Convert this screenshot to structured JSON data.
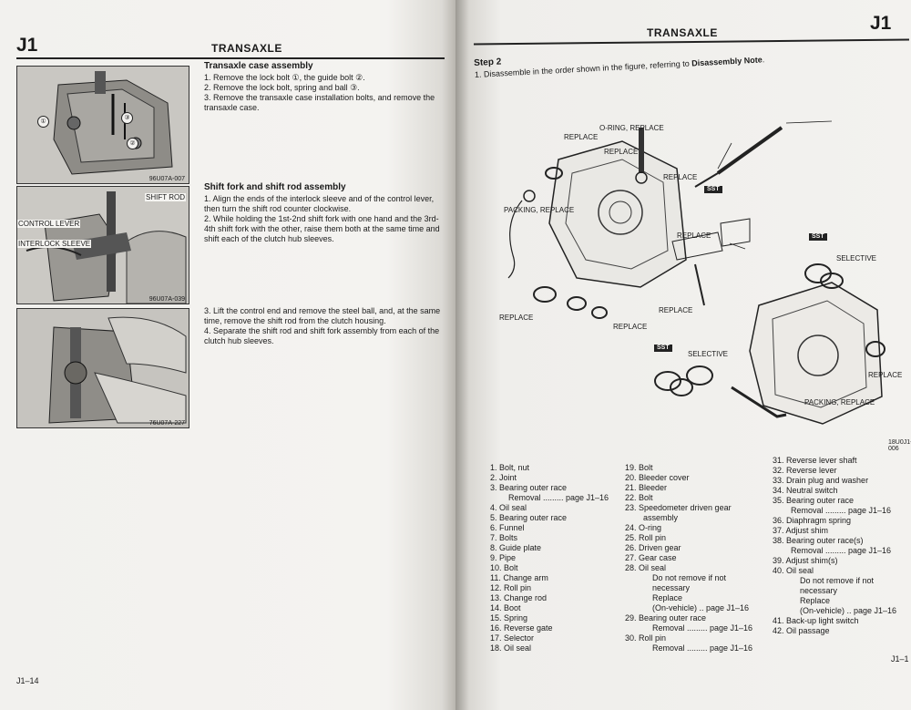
{
  "left_page": {
    "section_code": "J1",
    "header_title": "TRANSAXLE",
    "page_number": "J1–14",
    "figures": [
      {
        "caption": "96U07A-007",
        "callouts": [
          "①",
          "③",
          "②"
        ]
      },
      {
        "caption": "96U07A-039",
        "callouts": [
          "SHIFT ROD",
          "CONTROL LEVER",
          "INTERLOCK SLEEVE"
        ]
      },
      {
        "caption": "76U07A-227",
        "callouts": []
      }
    ],
    "sections": [
      {
        "title": "Transaxle case assembly",
        "steps": [
          "1. Remove the lock bolt ①, the guide bolt ②.",
          "2. Remove the lock bolt, spring and ball ③.",
          "3. Remove the transaxle case installation bolts, and remove the transaxle case."
        ]
      },
      {
        "title": "Shift fork and shift rod assembly",
        "steps": [
          "1. Align the ends of the interlock sleeve and of the control lever, then turn the shift rod counter clockwise.",
          "2. While holding the 1st-2nd shift fork with one hand and the 3rd-4th shift fork with the other, raise them both at the same time and shift each of the clutch hub sleeves."
        ]
      },
      {
        "title": "",
        "steps": [
          "3. Lift the control end and remove the steel ball, and, at the same time, remove the shift rod from the clutch housing.",
          "4. Separate the shift rod and shift fork assembly from each of the clutch hub sleeves."
        ]
      }
    ]
  },
  "right_page": {
    "section_code": "J1",
    "header_title": "TRANSAXLE",
    "step_title": "Step 2",
    "step_text_prefix": "1. Disassemble in the order shown in the figure, referring to ",
    "step_text_bold": "Disassembly Note",
    "step_text_suffix": ".",
    "figure_caption": "18U0J1-006",
    "page_number": "J1–1",
    "diagram_labels": [
      "O-RING, REPLACE",
      "REPLACE",
      "REPLACE",
      "REPLACE",
      "PACKING, REPLACE",
      "REPLACE",
      "REPLACE",
      "SELECTIVE",
      "SELECTIVE",
      "REPLACE",
      "PACKING, REPLACE",
      "REPLACE",
      "REPLACE",
      "SST",
      "SST",
      "SST"
    ],
    "parts_col1": [
      "1. Bolt, nut",
      "2. Joint",
      "3. Bearing outer race",
      "Removal ......... page J1–16",
      "4. Oil seal",
      "5. Bearing outer race",
      "6. Funnel",
      "7. Bolts",
      "8. Guide plate",
      "9. Pipe",
      "10. Bolt",
      "11. Change arm",
      "12. Roll pin",
      "13. Change rod",
      "14. Boot",
      "15. Spring",
      "16. Reverse gate",
      "17. Selector",
      "18. Oil seal"
    ],
    "parts_col2": [
      "19. Bolt",
      "20. Bleeder cover",
      "21. Bleeder",
      "22. Bolt",
      "23. Speedometer driven gear",
      "assembly",
      "24. O-ring",
      "25. Roll pin",
      "26. Driven gear",
      "27. Gear case",
      "28. Oil seal",
      "Do not remove if not",
      "necessary",
      "Replace",
      "(On-vehicle) .. page J1–16",
      "29. Bearing outer race",
      "Removal ......... page J1–16",
      "30. Roll pin",
      "Removal ......... page J1–16"
    ],
    "parts_col3": [
      "31. Reverse lever shaft",
      "32. Reverse lever",
      "33. Drain plug and washer",
      "34. Neutral switch",
      "35. Bearing outer race",
      "Removal ......... page J1–16",
      "36. Diaphragm spring",
      "37. Adjust shim",
      "38. Bearing outer race(s)",
      "Removal ......... page J1–16",
      "39. Adjust shim(s)",
      "40. Oil seal",
      "Do not remove if not",
      "necessary",
      "Replace",
      "(On-vehicle) .. page J1–16",
      "41. Back-up light switch",
      "42. Oil passage"
    ]
  }
}
